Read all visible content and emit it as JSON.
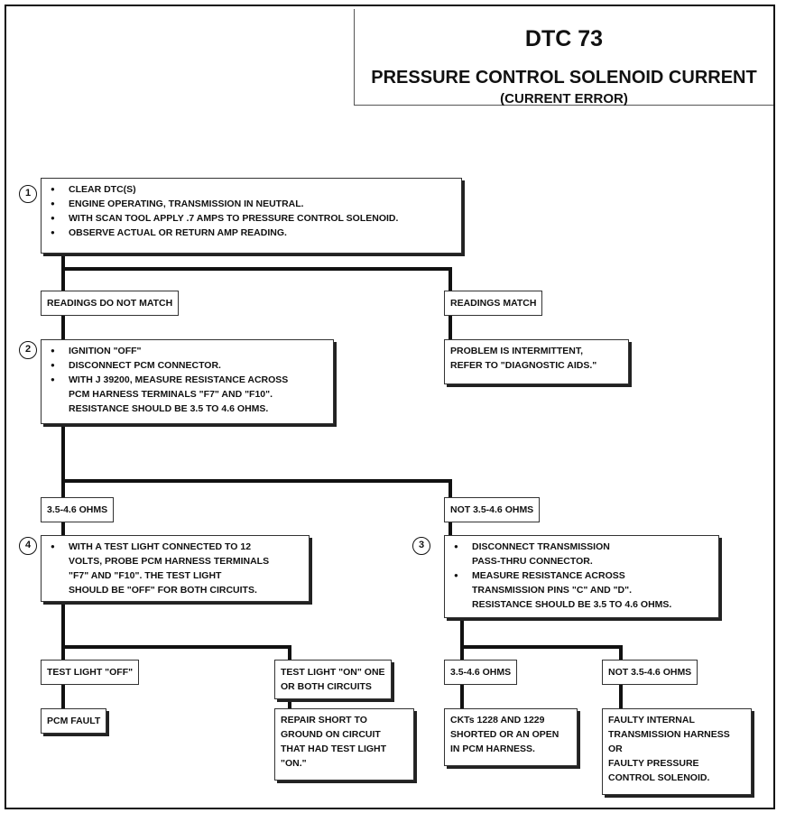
{
  "title": {
    "code": "DTC 73",
    "main": "PRESSURE CONTROL SOLENOID CURRENT",
    "sub": "(CURRENT ERROR)"
  },
  "steps": {
    "step1": {
      "number": "1",
      "items": [
        "CLEAR DTC(S)",
        "ENGINE OPERATING, TRANSMISSION IN NEUTRAL.",
        "WITH SCAN TOOL APPLY .7 AMPS TO PRESSURE CONTROL SOLENOID.",
        "OBSERVE ACTUAL OR RETURN AMP READING."
      ]
    },
    "step2": {
      "number": "2",
      "items": [
        "IGNITION \"OFF\"",
        "DISCONNECT PCM CONNECTOR.",
        "WITH J 39200, MEASURE RESISTANCE ACROSS\nPCM HARNESS TERMINALS \"F7\" AND \"F10\".\nRESISTANCE SHOULD BE 3.5 TO 4.6 OHMS."
      ]
    },
    "step3": {
      "number": "3",
      "items": [
        "DISCONNECT TRANSMISSION\nPASS-THRU CONNECTOR.",
        "MEASURE RESISTANCE ACROSS\nTRANSMISSION PINS \"C\" AND \"D\".\nRESISTANCE SHOULD BE 3.5 TO 4.6 OHMS."
      ]
    },
    "step4": {
      "number": "4",
      "items": [
        "WITH A TEST LIGHT CONNECTED TO 12\nVOLTS, PROBE PCM HARNESS TERMINALS\n\"F7\" AND \"F10\".  THE TEST LIGHT\nSHOULD BE \"OFF\" FOR BOTH CIRCUITS."
      ]
    }
  },
  "labels": {
    "readings_no_match": "READINGS DO NOT MATCH",
    "readings_match": "READINGS MATCH",
    "ohms_in_range": "3.5-4.6 OHMS",
    "ohms_out_range": "NOT 3.5-4.6 OHMS",
    "test_light_off": "TEST LIGHT \"OFF\"",
    "test_light_on": "TEST LIGHT \"ON\" ONE\nOR BOTH CIRCUITS",
    "ohms_in_range_2": "3.5-4.6 OHMS",
    "ohms_out_range_2": "NOT 3.5-4.6 OHMS"
  },
  "results": {
    "intermittent": "PROBLEM IS INTERMITTENT,\nREFER TO \"DIAGNOSTIC AIDS.\"",
    "pcm_fault": "PCM FAULT",
    "repair_short": "REPAIR SHORT TO\nGROUND ON CIRCUIT\nTHAT HAD TEST LIGHT\n\"ON.\"",
    "ckts_shorted": "CKTs 1228 AND 1229\nSHORTED OR AN OPEN\nIN PCM HARNESS.",
    "faulty_harness": "FAULTY INTERNAL\nTRANSMISSION HARNESS\nOR\nFAULTY PRESSURE\nCONTROL SOLENOID."
  }
}
